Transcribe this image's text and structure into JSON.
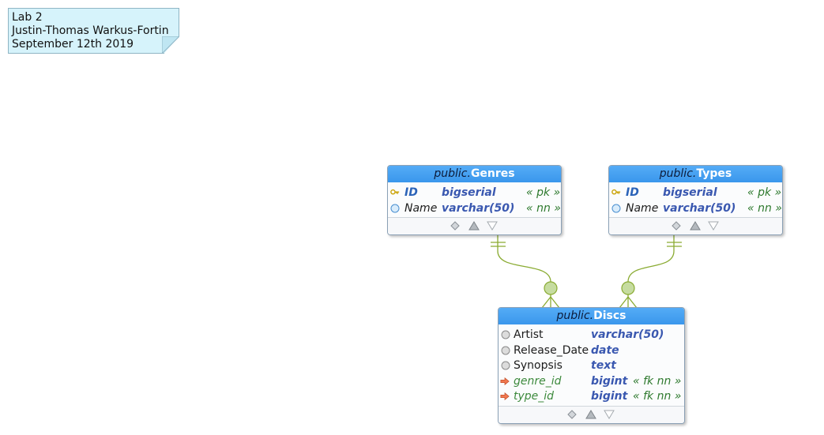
{
  "note": {
    "lines": [
      "Lab 2",
      "Justin-Thomas Warkus-Fortin",
      "September 12th 2019"
    ]
  },
  "entities": {
    "genres": {
      "schema": "public.",
      "name": "Genres",
      "columns": [
        {
          "name": "ID",
          "type": "bigserial",
          "constraint": "« pk »",
          "icon": "primary-key-icon"
        },
        {
          "name": "Name",
          "type": "varchar(50)",
          "constraint": "« nn »",
          "icon": "not-null-column-icon"
        }
      ]
    },
    "types": {
      "schema": "public.",
      "name": "Types",
      "columns": [
        {
          "name": "ID",
          "type": "bigserial",
          "constraint": "« pk »",
          "icon": "primary-key-icon"
        },
        {
          "name": "Name",
          "type": "varchar(50)",
          "constraint": "« nn »",
          "icon": "not-null-column-icon"
        }
      ]
    },
    "discs": {
      "schema": "public.",
      "name": "Discs",
      "columns": [
        {
          "name": "Artist",
          "type": "varchar(50)",
          "constraint": "",
          "icon": "column-icon"
        },
        {
          "name": "Release_Date",
          "type": "date",
          "constraint": "",
          "icon": "column-icon"
        },
        {
          "name": "Synopsis",
          "type": "text",
          "constraint": "",
          "icon": "column-icon"
        },
        {
          "name": "genre_id",
          "type": "bigint",
          "constraint": "« fk nn »",
          "icon": "foreign-key-icon"
        },
        {
          "name": "type_id",
          "type": "bigint",
          "constraint": "« fk nn »",
          "icon": "foreign-key-icon"
        }
      ]
    }
  },
  "colors": {
    "header": "#3a97ec",
    "note_fill": "#d6f3fb",
    "relationship_line": "#8aab32",
    "relationship_circle": "#c6dca0"
  }
}
